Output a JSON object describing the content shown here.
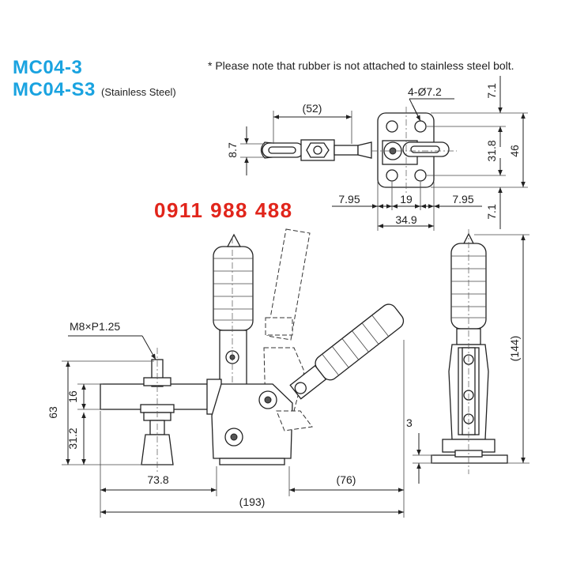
{
  "models": [
    {
      "code": "MC04-3",
      "note": ""
    },
    {
      "code": "MC04-S3",
      "note": "(Stainless Steel)"
    }
  ],
  "note": "* Please note that rubber is not attached to stainless steel bolt.",
  "phone": "0911 988 488",
  "top_view": {
    "dims": {
      "d52": "(52)",
      "holes": "4-Ø7.2",
      "d87": "8.7",
      "d71a": "7.1",
      "d318": "31.8",
      "d46": "46",
      "d71b": "7.1",
      "d795a": "7.95",
      "d19": "19",
      "d795b": "7.95",
      "d349": "34.9"
    }
  },
  "front_view": {
    "dims": {
      "thread": "M8×P1.25",
      "d63": "63",
      "d16": "16",
      "d312": "31.2",
      "d738": "73.8",
      "d76": "(76)",
      "d193": "(193)"
    }
  },
  "side_view": {
    "dims": {
      "d144": "(144)",
      "d3": "3"
    }
  }
}
